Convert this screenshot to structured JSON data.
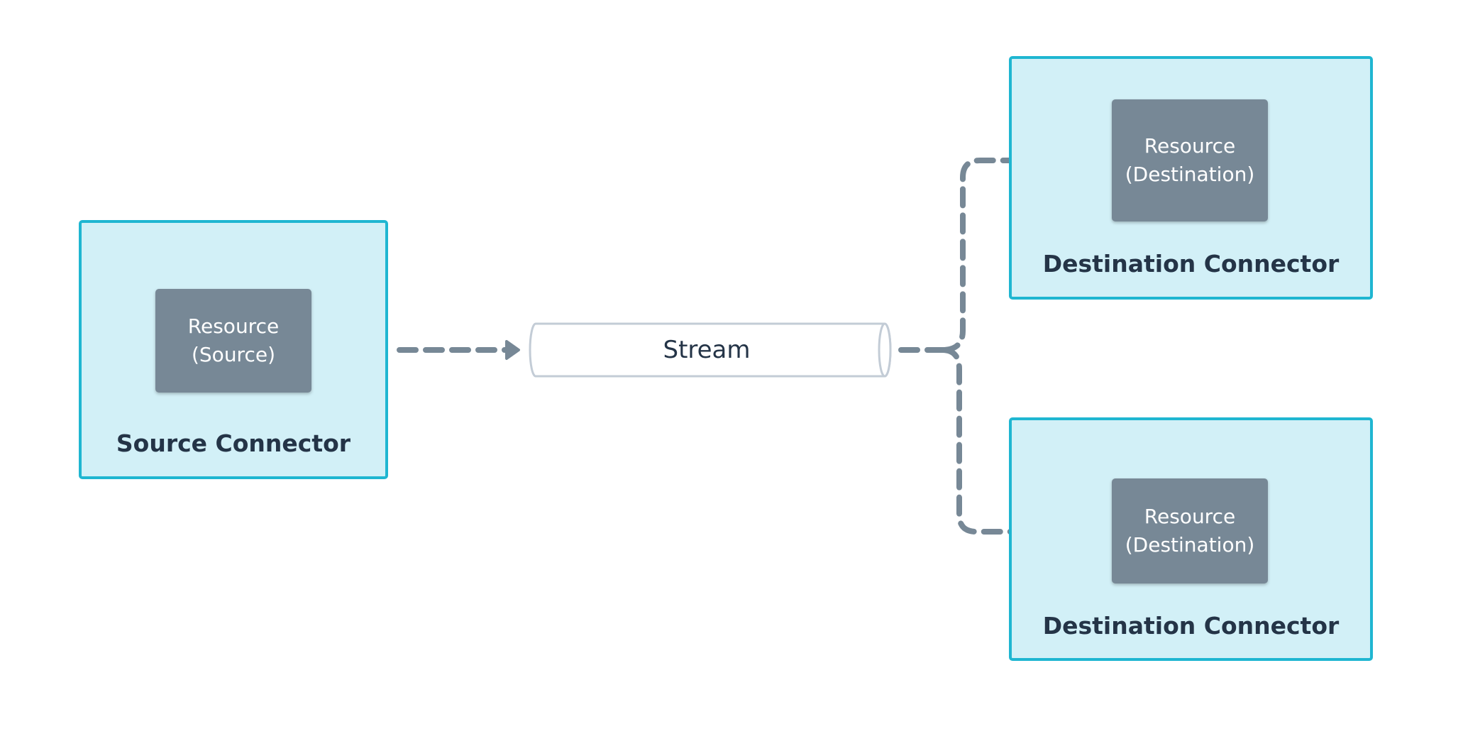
{
  "colors": {
    "connector_fill": "#d2f0f7",
    "connector_border": "#1fb6d1",
    "resource_fill": "#778896",
    "resource_text": "#ffffff",
    "label_text": "#243447",
    "arrow": "#778896",
    "stream_border": "#c3ccd6",
    "stream_fill": "#ffffff"
  },
  "source_connector": {
    "label": "Source Connector",
    "resource": {
      "line1": "Resource",
      "line2": "(Source)"
    }
  },
  "stream": {
    "label": "Stream"
  },
  "destination_connectors": [
    {
      "label": "Destination Connector",
      "resource": {
        "line1": "Resource",
        "line2": "(Destination)"
      }
    },
    {
      "label": "Destination Connector",
      "resource": {
        "line1": "Resource",
        "line2": "(Destination)"
      }
    }
  ]
}
